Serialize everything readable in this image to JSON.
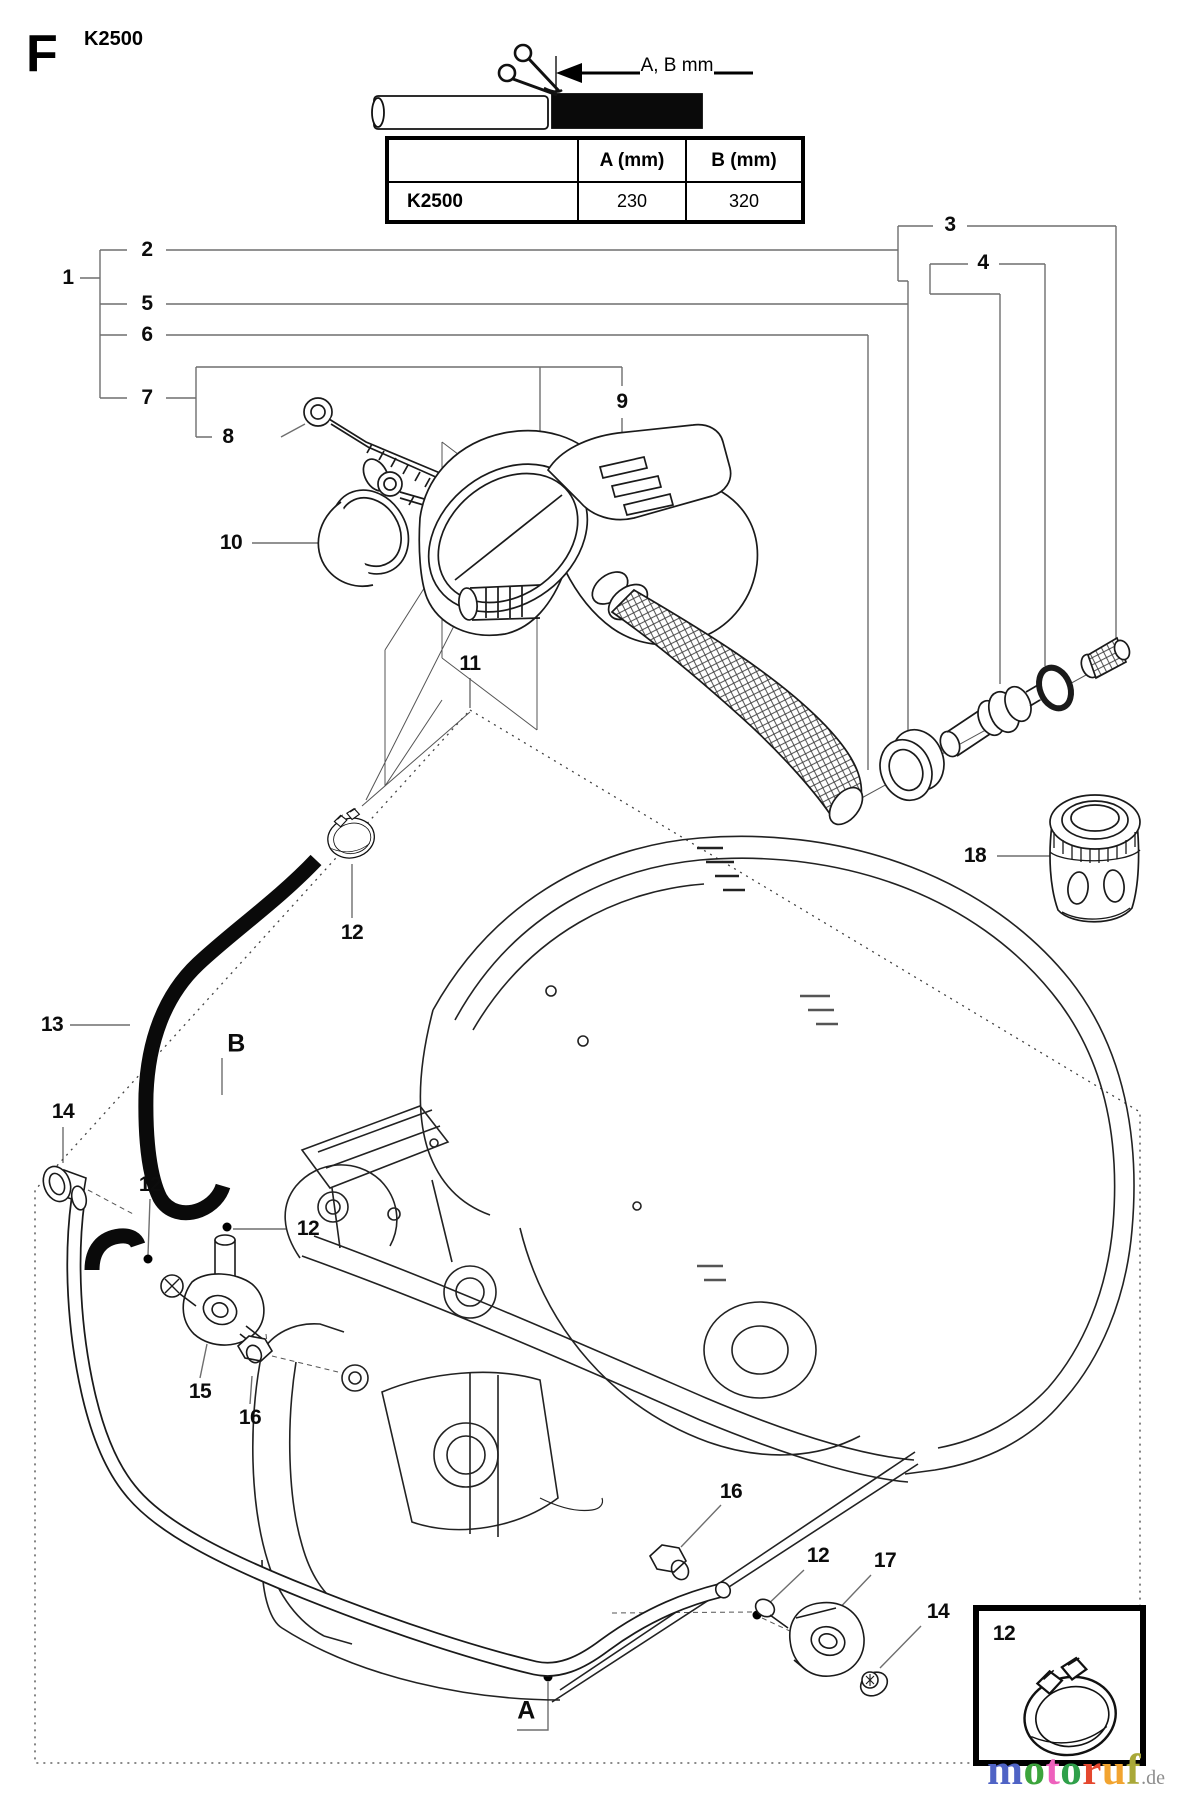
{
  "header": {
    "figure_label": "F",
    "model": "K2500"
  },
  "cut_guide": {
    "dimension_label": "A, B mm"
  },
  "spec_table": {
    "col_a_header": "A (mm)",
    "col_b_header": "B (mm)",
    "row_model": "K2500",
    "a_value": "230",
    "b_value": "320"
  },
  "callouts": {
    "c1": "1",
    "c2": "2",
    "c3": "3",
    "c4": "4",
    "c5": "5",
    "c6": "6",
    "c7": "7",
    "c8": "8",
    "c9": "9",
    "c10": "10",
    "c11": "11",
    "c12": "12",
    "c13": "13",
    "c14": "14",
    "c15": "15",
    "c16": "16",
    "c17": "17",
    "c18": "18",
    "cA": "A",
    "cB": "B"
  },
  "watermark": {
    "word": "motoruf",
    "suffix": ".de",
    "letters": [
      {
        "ch": "m",
        "color": "#4f63c5"
      },
      {
        "ch": "o",
        "color": "#3ca43c"
      },
      {
        "ch": "t",
        "color": "#ee61bd"
      },
      {
        "ch": "o",
        "color": "#2fa04a"
      },
      {
        "ch": "r",
        "color": "#e5472e"
      },
      {
        "ch": "u",
        "color": "#f2a430"
      },
      {
        "ch": "f",
        "color": "#a9a838"
      }
    ]
  }
}
